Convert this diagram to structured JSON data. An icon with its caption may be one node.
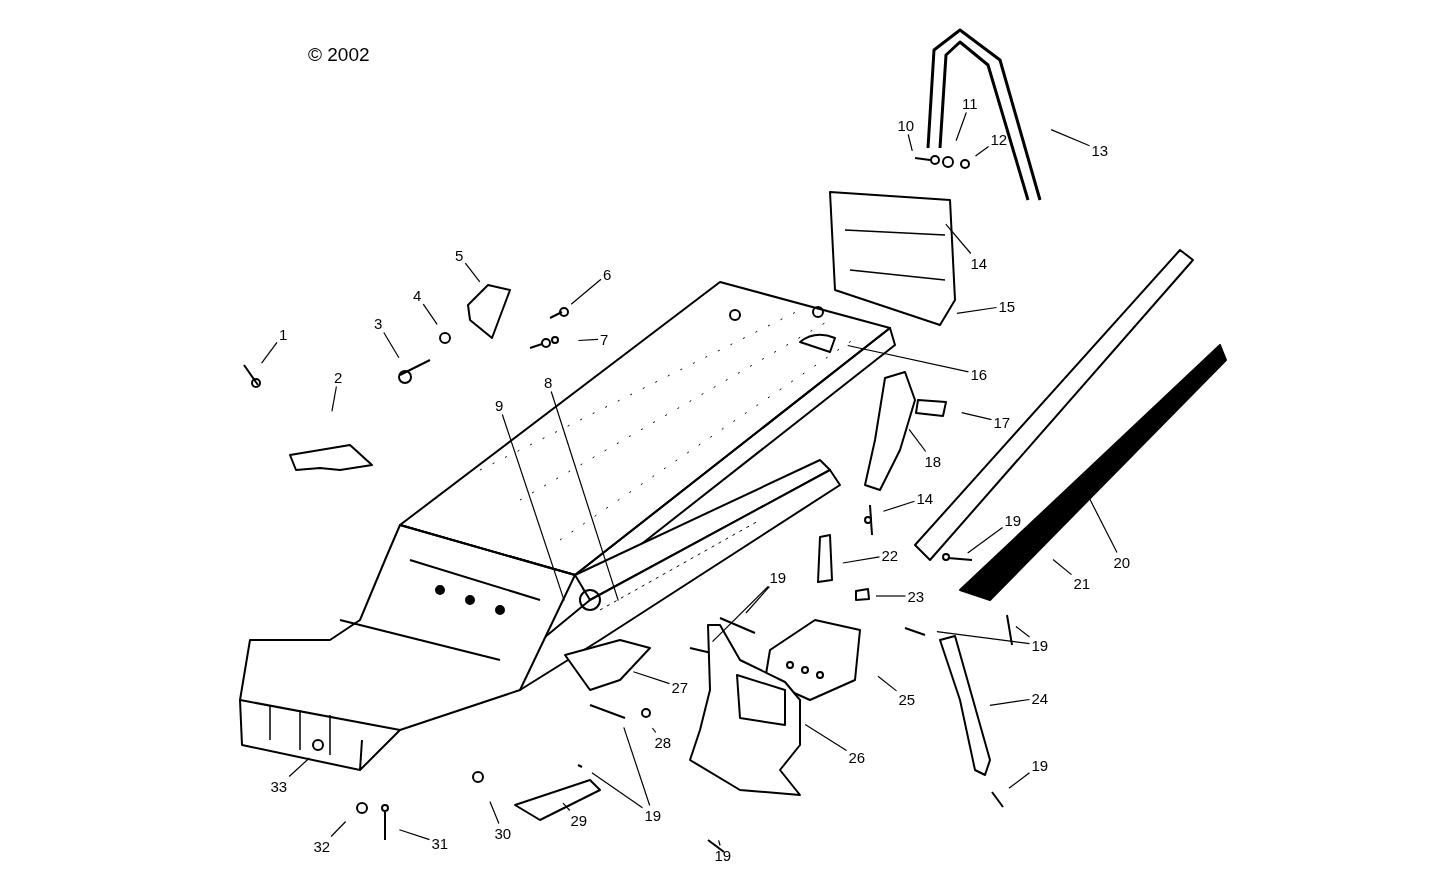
{
  "diagram": {
    "nodes": [
      {
        "text": [
          "1"
        ]
      },
      {
        "text": [
          "2"
        ]
      },
      {
        "text": [
          "3"
        ]
      },
      {
        "text": [
          "4"
        ]
      },
      {
        "text": [
          "5"
        ]
      },
      {
        "text": [
          "6"
        ]
      },
      {
        "text": [
          "7"
        ]
      },
      {
        "text": [
          "8"
        ]
      },
      {
        "text": [
          "9"
        ]
      },
      {
        "text": [
          "10"
        ]
      },
      {
        "text": [
          "11"
        ]
      },
      {
        "text": [
          "12"
        ]
      },
      {
        "text": [
          "13"
        ]
      },
      {
        "text": [
          "14"
        ]
      },
      {
        "text": [
          "15"
        ]
      },
      {
        "text": [
          "16"
        ]
      },
      {
        "text": [
          "17"
        ]
      },
      {
        "text": [
          "18"
        ]
      },
      {
        "text": [
          "14"
        ]
      },
      {
        "text": [
          "19"
        ]
      },
      {
        "text": [
          "20"
        ]
      },
      {
        "text": [
          "21"
        ]
      },
      {
        "text": [
          "22"
        ]
      },
      {
        "text": [
          "23"
        ]
      },
      {
        "text": [
          "19"
        ]
      },
      {
        "text": [
          "25"
        ]
      },
      {
        "text": [
          "26"
        ]
      },
      {
        "text": [
          "27"
        ]
      },
      {
        "text": [
          "19"
        ]
      },
      {
        "text": [
          "24"
        ]
      },
      {
        "text": [
          "28"
        ]
      },
      {
        "text": [
          "19"
        ]
      },
      {
        "text": [
          "33"
        ]
      },
      {
        "text": [
          "32"
        ]
      },
      {
        "text": [
          "31"
        ]
      },
      {
        "text": [
          "30"
        ]
      },
      {
        "text": [
          "29"
        ]
      },
      {
        "text": [
          "19"
        ]
      },
      {
        "text": [
          "19"
        ]
      }
    ],
    "edges": [
      {
        "from": 0,
        "to": null,
        "arrow": "none"
      },
      {
        "from": 1,
        "to": null,
        "arrow": "none"
      },
      {
        "from": 2,
        "to": null,
        "arrow": "none"
      },
      {
        "from": 3,
        "to": null,
        "arrow": "none"
      },
      {
        "from": 4,
        "to": null,
        "arrow": "none"
      },
      {
        "from": 5,
        "to": null,
        "arrow": "none"
      },
      {
        "from": 6,
        "to": null,
        "arrow": "none"
      },
      {
        "from": 7,
        "to": null,
        "arrow": "none"
      },
      {
        "from": 8,
        "to": null,
        "arrow": "none"
      },
      {
        "from": 9,
        "to": null,
        "arrow": "none"
      },
      {
        "from": 10,
        "to": null,
        "arrow": "none"
      },
      {
        "from": 11,
        "to": null,
        "arrow": "none"
      },
      {
        "from": 12,
        "to": null,
        "arrow": "none"
      },
      {
        "from": 13,
        "to": null,
        "arrow": "none"
      },
      {
        "from": 14,
        "to": null,
        "arrow": "none"
      },
      {
        "from": 15,
        "to": null,
        "arrow": "none"
      },
      {
        "from": 16,
        "to": null,
        "arrow": "none"
      },
      {
        "from": 17,
        "to": null,
        "arrow": "none"
      },
      {
        "from": 18,
        "to": null,
        "arrow": "none"
      },
      {
        "from": 19,
        "to": null,
        "arrow": "none"
      },
      {
        "from": 20,
        "to": null,
        "arrow": "none"
      },
      {
        "from": 21,
        "to": null,
        "arrow": "none"
      },
      {
        "from": 22,
        "to": null,
        "arrow": "none"
      },
      {
        "from": 23,
        "to": null,
        "arrow": "none"
      },
      {
        "from": 24,
        "to": null,
        "arrow": "none"
      },
      {
        "from": 24,
        "to": null,
        "arrow": "none"
      },
      {
        "from": 25,
        "to": null,
        "arrow": "none"
      },
      {
        "from": 26,
        "to": null,
        "arrow": "none"
      },
      {
        "from": 27,
        "to": null,
        "arrow": "none"
      },
      {
        "from": 28,
        "to": null,
        "arrow": "none"
      },
      {
        "from": 28,
        "to": null,
        "arrow": "none"
      },
      {
        "from": 29,
        "to": null,
        "arrow": "none"
      },
      {
        "from": 30,
        "to": null,
        "arrow": "none"
      },
      {
        "from": 31,
        "to": null,
        "arrow": "none"
      },
      {
        "from": 32,
        "to": null,
        "arrow": "none"
      },
      {
        "from": 33,
        "to": null,
        "arrow": "none"
      },
      {
        "from": 34,
        "to": null,
        "arrow": "none"
      },
      {
        "from": 35,
        "to": null,
        "arrow": "none"
      },
      {
        "from": 36,
        "to": null,
        "arrow": "none"
      },
      {
        "from": 37,
        "to": null,
        "arrow": "none"
      },
      {
        "from": 37,
        "to": null,
        "arrow": "none"
      },
      {
        "from": 38,
        "to": null,
        "arrow": "none"
      }
    ],
    "labels": [
      "© 2002"
    ]
  }
}
